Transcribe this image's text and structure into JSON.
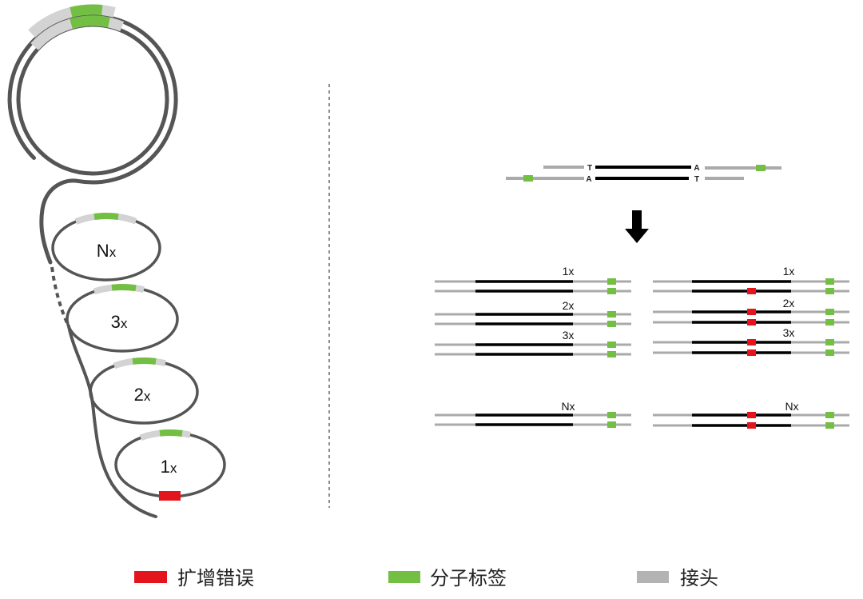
{
  "colors": {
    "amplification_error": "#e3141b",
    "molecular_tag": "#72bf44",
    "adapter": "#aaaaaa",
    "adapter_on_circle": "#d3d3d3",
    "backbone": "#555555",
    "insert": "#000000"
  },
  "icons": {
    "transition": "arrow-down-icon"
  },
  "rolling_circle": {
    "copies": [
      {
        "count": "N",
        "unit": "x"
      },
      {
        "count": "3",
        "unit": "x"
      },
      {
        "count": "2",
        "unit": "x"
      },
      {
        "count": "1",
        "unit": "x"
      }
    ]
  },
  "template_molecule": {
    "top_strand": {
      "left_base": "T",
      "right_base": "A"
    },
    "bottom_strand": {
      "left_base": "A",
      "right_base": "T"
    }
  },
  "copies_without_error": [
    "1x",
    "2x",
    "3x",
    "Nx"
  ],
  "copies_with_error": [
    "1x",
    "2x",
    "3x",
    "Nx"
  ],
  "legend": [
    {
      "label": "扩增错误",
      "color": "#e3141b"
    },
    {
      "label": "分子标签",
      "color": "#72bf44"
    },
    {
      "label": "接头",
      "color": "#b3b3b3"
    }
  ]
}
